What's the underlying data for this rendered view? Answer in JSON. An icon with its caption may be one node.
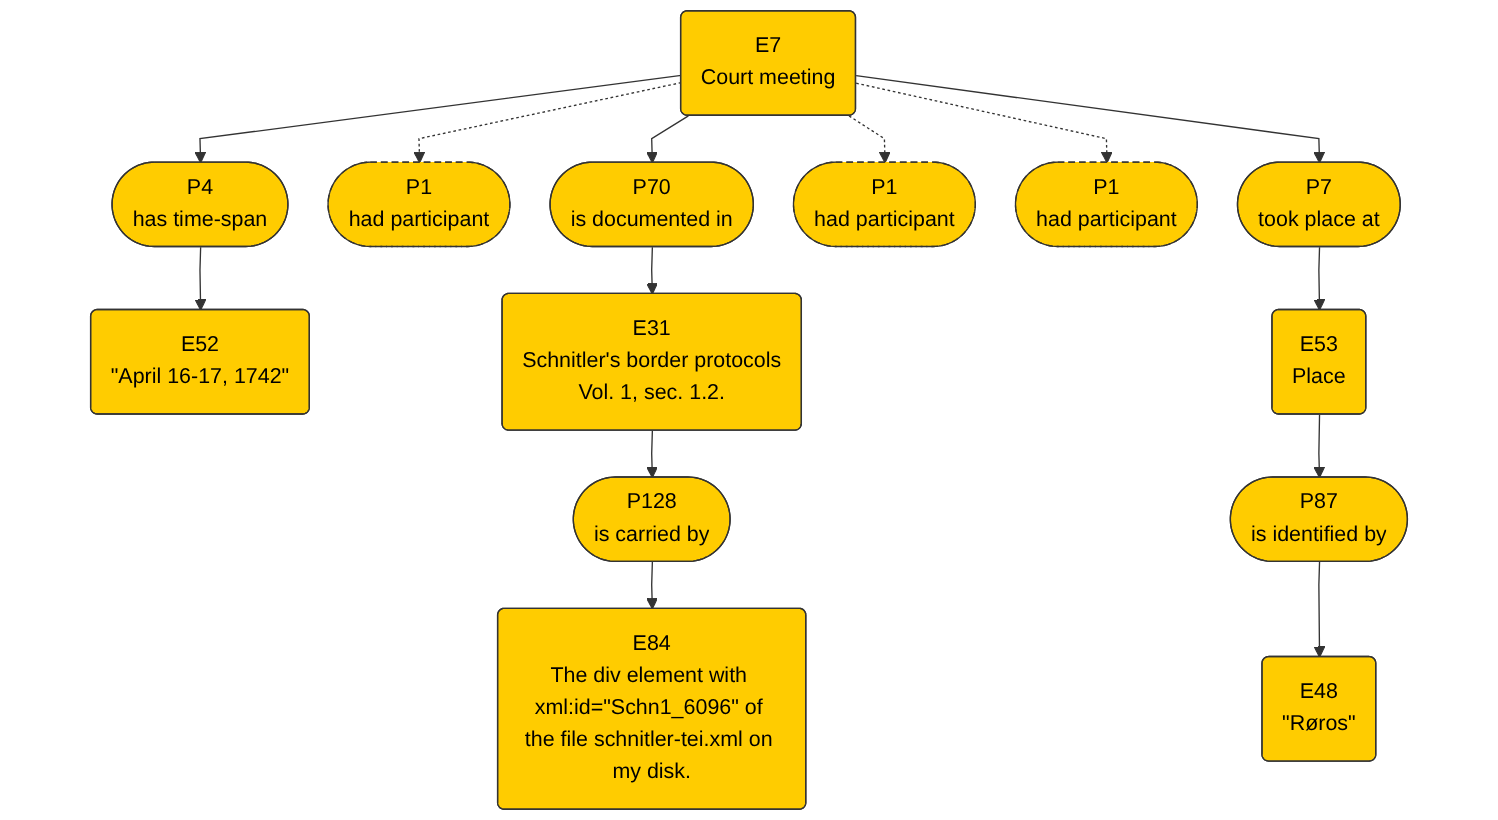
{
  "diagram": {
    "nodes": [
      {
        "text": [
          "E52",
          "\"April 16-17, 1742\""
        ]
      },
      {
        "text": [
          "E31",
          "Schnitler's border protocols",
          "Vol. 1, sec. 1.2."
        ]
      },
      {
        "text": [
          "P4",
          "has time-span"
        ]
      },
      {
        "text": [
          "P1",
          "had participant"
        ]
      },
      {
        "text": [
          "E7",
          "Court meeting"
        ]
      },
      {
        "text": [
          "P70",
          "is documented in"
        ]
      },
      {
        "text": [
          "P128",
          "is carried by"
        ]
      },
      {
        "text": [
          "P1",
          "had participant"
        ]
      },
      {
        "text": [
          "P1",
          "had participant"
        ]
      },
      {
        "text": [
          "E84",
          "The div element with xml:id=\"Schn1_6096\" of the file schnitler-tei.xml on my disk."
        ]
      },
      {
        "text": [
          "P7",
          "took place at"
        ]
      },
      {
        "text": [
          "E53",
          "Place"
        ]
      },
      {
        "text": [
          "P87",
          "is identified by"
        ]
      },
      {
        "text": [
          "E48",
          "\"Røros\""
        ]
      }
    ],
    "edges": [
      {
        "from": 4,
        "to": 2,
        "arrow": "to"
      },
      {
        "from": 2,
        "to": 0,
        "arrow": "to"
      },
      {
        "from": 4,
        "to": 5,
        "arrow": "to"
      },
      {
        "from": 5,
        "to": 1,
        "arrow": "to"
      },
      {
        "from": 1,
        "to": 6,
        "arrow": "to"
      },
      {
        "from": 6,
        "to": 9,
        "arrow": "to"
      },
      {
        "from": 4,
        "to": 3,
        "arrow": "to",
        "style": "dashed"
      },
      {
        "from": 4,
        "to": 7,
        "arrow": "to",
        "style": "dashed"
      },
      {
        "from": 4,
        "to": 8,
        "arrow": "to",
        "style": "dashed"
      },
      {
        "from": 4,
        "to": 10,
        "arrow": "to"
      },
      {
        "from": 10,
        "to": 11,
        "arrow": "to"
      },
      {
        "from": 11,
        "to": 12,
        "arrow": "to"
      },
      {
        "from": 12,
        "to": 13,
        "arrow": "to"
      }
    ]
  }
}
